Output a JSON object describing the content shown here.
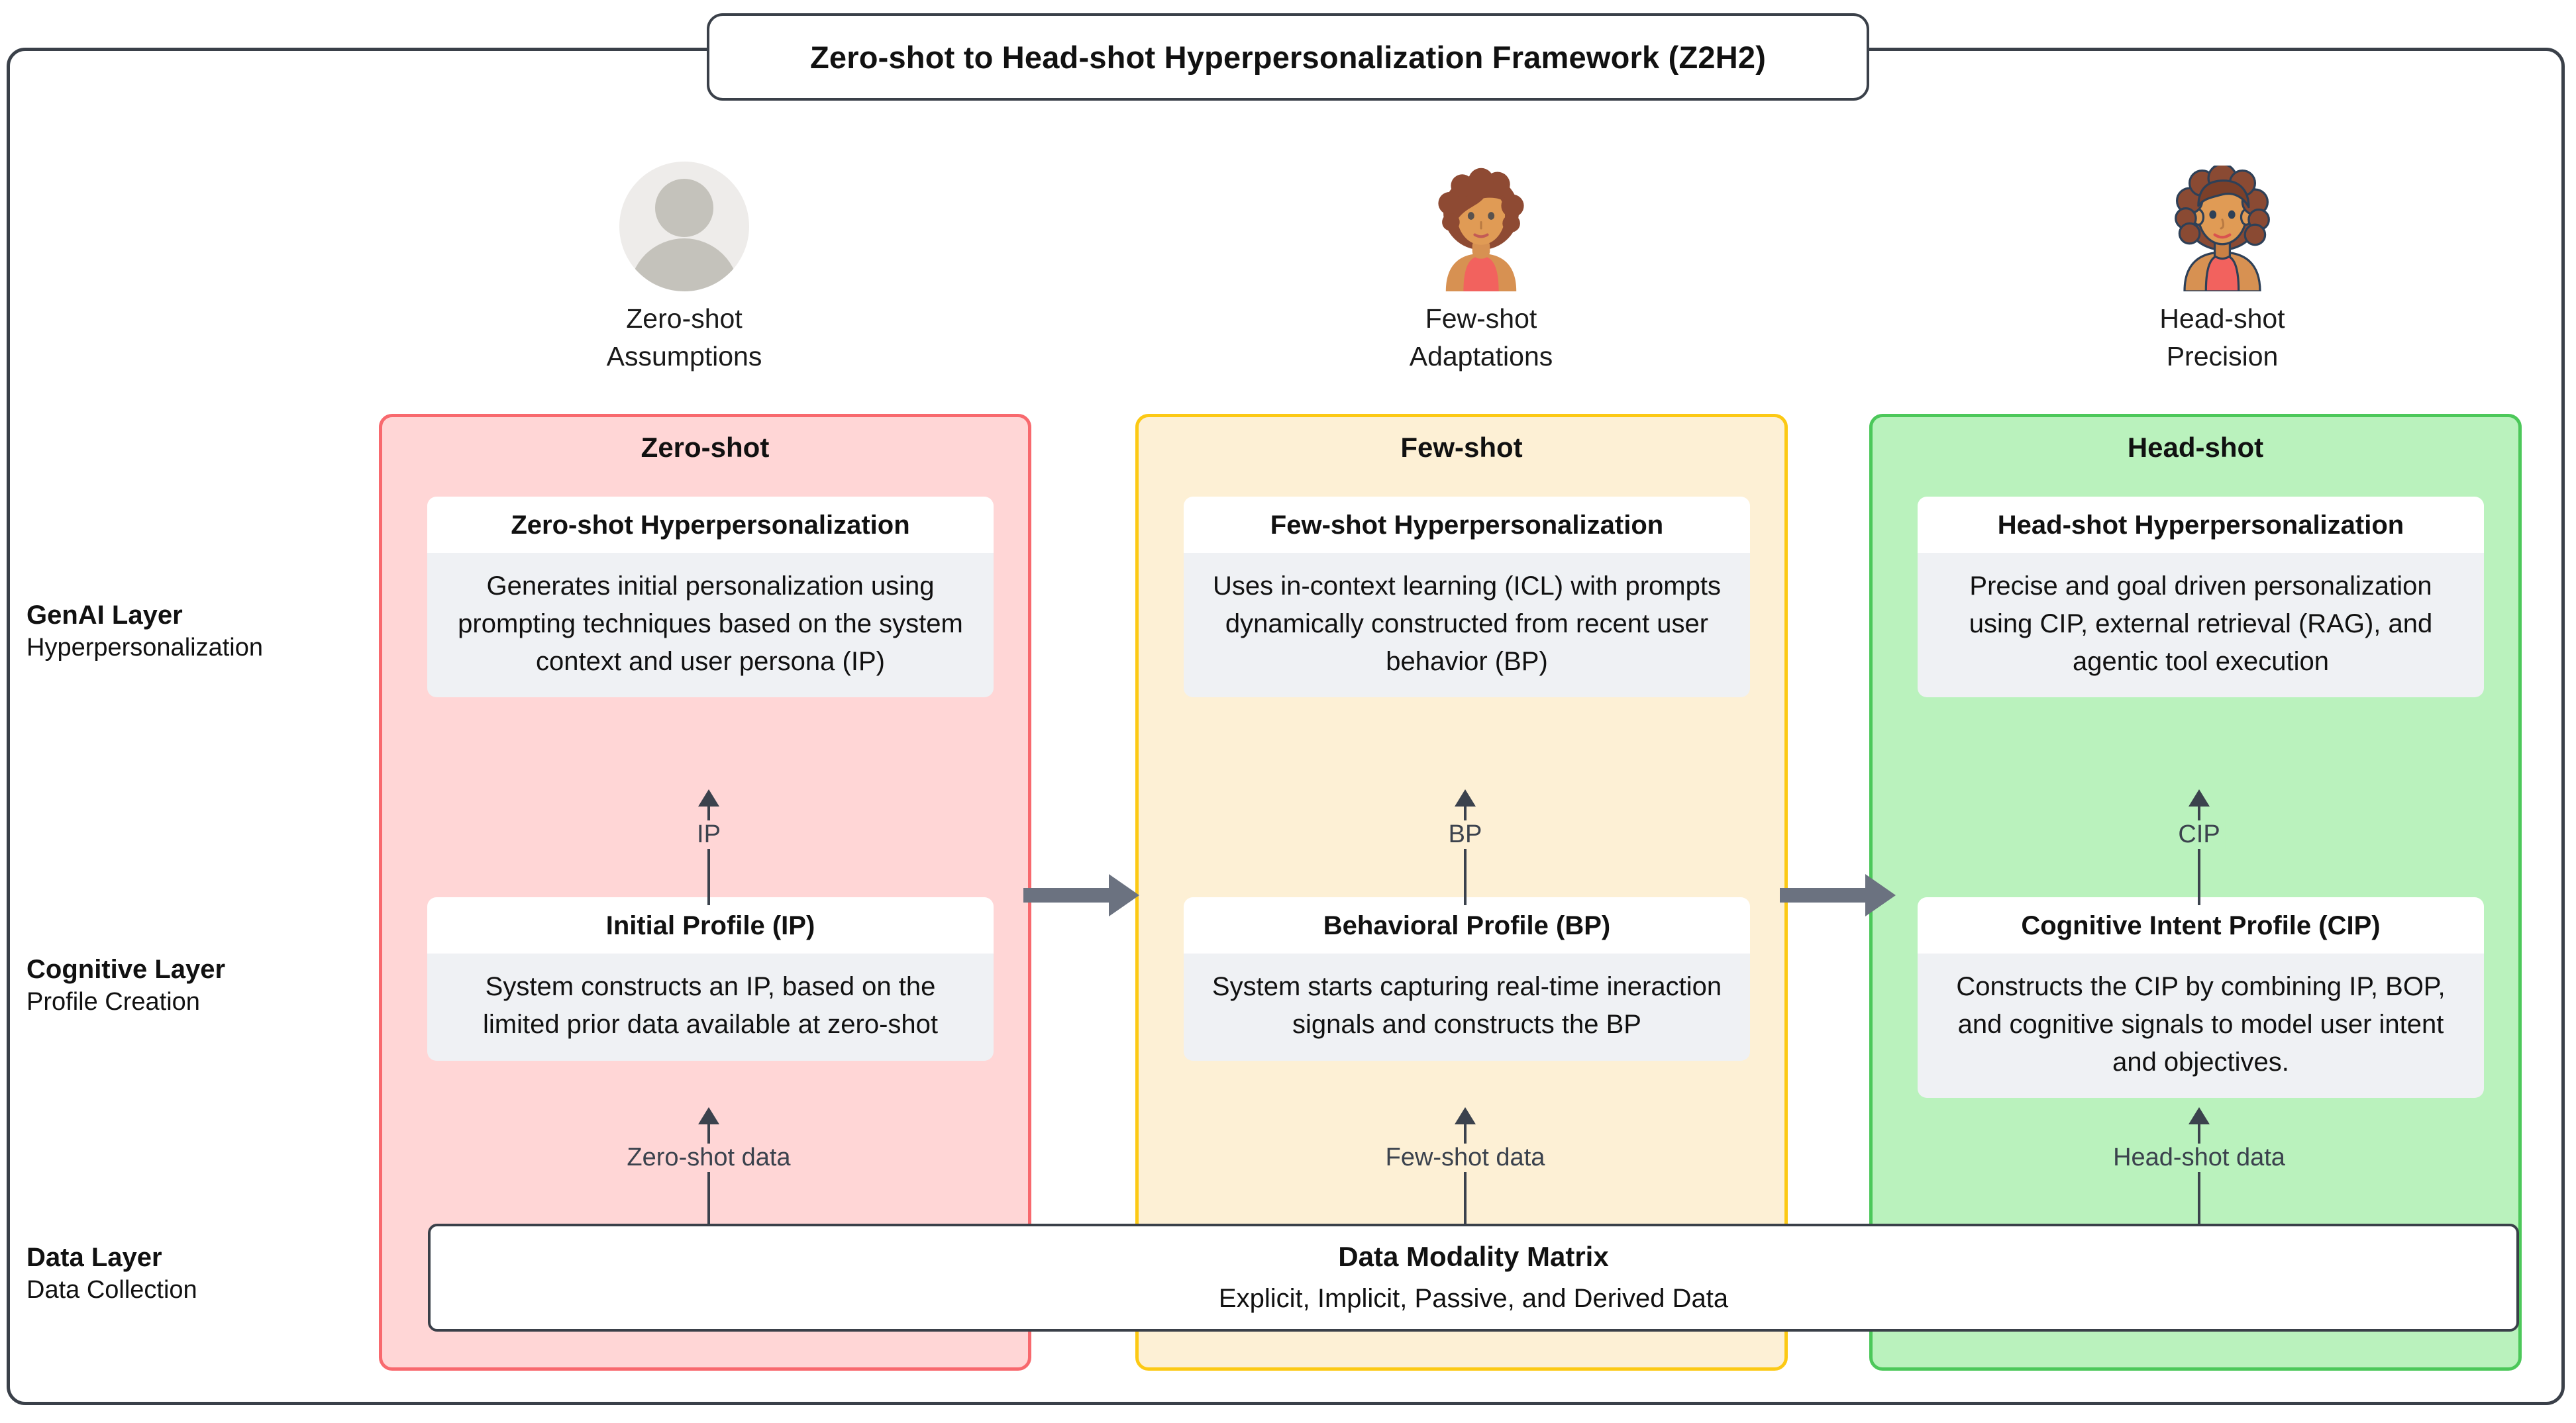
{
  "title": "Zero-shot to Head-shot Hyperpersonalization Framework (Z2H2)",
  "personas": [
    {
      "avatar": "generic-user-avatar-icon",
      "line1": "Zero-shot",
      "line2": "Assumptions"
    },
    {
      "avatar": "woman-emoji-avatar-icon",
      "line1": "Few-shot",
      "line2": "Adaptations"
    },
    {
      "avatar": "woman-illustration-avatar-icon",
      "line1": "Head-shot",
      "line2": "Precision"
    }
  ],
  "layers": [
    {
      "name": "GenAI Layer",
      "sub": "Hyperpersonalization"
    },
    {
      "name": "Cognitive Layer",
      "sub": "Profile Creation"
    },
    {
      "name": "Data Layer",
      "sub": "Data Collection"
    }
  ],
  "columns": [
    {
      "title": "Zero-shot",
      "fill": "#ffd6d6",
      "border": "#f8696e",
      "genai": {
        "title": "Zero-shot Hyperpersonalization",
        "body": "Generates initial personalization using prompting techniques based on the system context and user persona (IP)"
      },
      "cognitive": {
        "title": "Initial Profile (IP)",
        "body": "System constructs an IP, based on the limited prior data available at zero-shot"
      },
      "genai_link_label": "IP",
      "data_link_label": "Zero-shot data"
    },
    {
      "title": "Few-shot",
      "fill": "#fdf0d5",
      "border": "#fcc914",
      "genai": {
        "title": "Few-shot Hyperpersonalization",
        "body": "Uses in-context learning (ICL) with prompts dynamically constructed from recent user behavior (BP)"
      },
      "cognitive": {
        "title": "Behavioral Profile (BP)",
        "body": "System starts capturing real-time ineraction signals and constructs the BP"
      },
      "genai_link_label": "BP",
      "data_link_label": "Few-shot data"
    },
    {
      "title": "Head-shot",
      "fill": "#baf2bd",
      "border": "#4cc85a",
      "genai": {
        "title": "Head-shot Hyperpersonalization",
        "body": "Precise and goal driven personalization using CIP, external retrieval (RAG), and agentic tool execution"
      },
      "cognitive": {
        "title": "Cognitive Intent Profile (CIP)",
        "body": "Constructs the CIP by combining IP, BOP, and cognitive signals to model user intent and objectives."
      },
      "genai_link_label": "CIP",
      "data_link_label": "Head-shot data"
    }
  ],
  "data_bar": {
    "title": "Data Modality Matrix",
    "subtitle": "Explicit, Implicit, Passive, and Derived Data"
  },
  "colors": {
    "frame_border": "#3a4049",
    "connector": "#3b424d",
    "stage_arrow": "#6b7280",
    "card_body_bg": "#eff1f4"
  }
}
